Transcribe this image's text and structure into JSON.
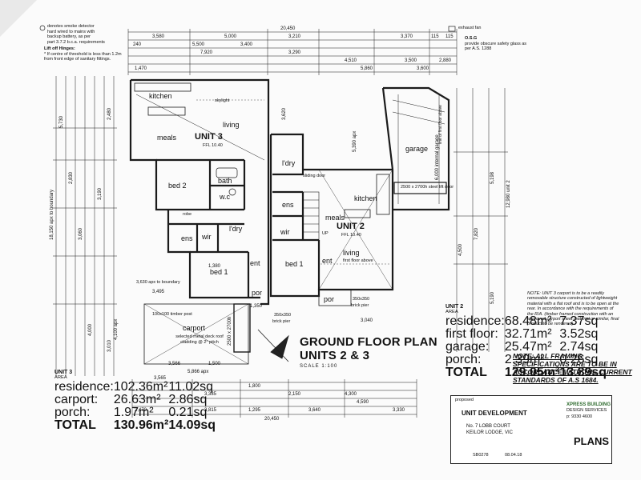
{
  "legend": {
    "smoke_line1": "denotes smoke detector",
    "smoke_line2": "hard wired to mains with",
    "smoke_line3": "backup battery, as per",
    "smoke_line4": "part 3.7.2 b.c.a. requirements",
    "liftoff_title": "Lift off Hinges:",
    "liftoff_text": "* If centre of threshold is less than 1.2m from front edge of sanitary fittings.",
    "exhaust": "exhaust fan",
    "osg_code": "O.S.G",
    "osg_text": "provide obscure safety glass as per A.S. 1288"
  },
  "rooms": {
    "kitchen3": "kitchen",
    "skylight": "skylight",
    "living3": "living",
    "meals3": "meals",
    "bed2": "bed 2",
    "bath": "bath",
    "wc": "w.c",
    "robe": "robe",
    "ens3": "ens",
    "wir3": "wir",
    "ldry3": "l'dry",
    "ent3": "ent",
    "bed1_3": "bed 1",
    "carport": "carport",
    "ldry2": "l'dry",
    "ens2": "ens",
    "wir2": "wir",
    "bed1_2": "bed 1",
    "ent2": "ent",
    "por2": "por",
    "por3": "por",
    "kitchen2": "kitchen",
    "meals2": "meals",
    "living2": "living",
    "garage": "garage",
    "up": "UP"
  },
  "units": {
    "unit3": "UNIT 3",
    "unit2": "UNIT 2",
    "ffl3": "FFL 10.40",
    "ffl2": "FFL 10.40"
  },
  "annotations": {
    "sliding_door": "sliding door",
    "first_floor_above": "first floor above",
    "timber_post": "100x100 timber post",
    "brick_pier": "brick pier",
    "brick_pier_size": "350x350",
    "roof_note": "selected metal deck roof cladding @ 2° pitch",
    "boundary_note": "3,630 apx to boundary",
    "steel_door": "2500 x 2700h steel lift door",
    "carport_door": "2500 x 2700h",
    "stair_note": "line of first floor above"
  },
  "title": {
    "line1": "GROUND FLOOR PLAN",
    "line2": "UNITS 2 & 3",
    "scale": "SCALE 1:100"
  },
  "areas": {
    "unit3": {
      "heading": "UNIT 3",
      "sub": "AREA",
      "rows": [
        [
          "residence:",
          "102.36m²",
          "11.02sq"
        ],
        [
          "carport:",
          "26.63m²",
          "2.86sq"
        ],
        [
          "porch:",
          "1.97m²",
          "0.21sq"
        ],
        [
          "TOTAL",
          "130.96m²",
          "14.09sq"
        ]
      ]
    },
    "unit2": {
      "heading": "UNIT 2",
      "sub": "AREA",
      "rows": [
        [
          "residence:",
          "68.48m²",
          "7.37sq"
        ],
        [
          "first floor:",
          "32.71m²",
          "3.52sq"
        ],
        [
          "garage:",
          "25.47m²",
          "2.74sq"
        ],
        [
          "porch:",
          "2.39m²",
          "0.26sq"
        ],
        [
          "TOTAL",
          "129.05m²",
          "13.89sq"
        ]
      ]
    }
  },
  "notes": {
    "carport_note": "NOTE: UNIT 3 carport is to be a readily removable structure constructed of lightweight material with a flat roof and is to be open at the rear. In accordance with the requirements of the R/A. (timber framed construction with an approved carport sheet material or similar, final product to be rendered)",
    "framing_note": "NOTE: ALL FRAMING SPECIFICATIONS ARE TO BE IN ACCORDANCE WITH THE CURRENT STANDARDS OF A.S 1684."
  },
  "title_block": {
    "label": "proposed",
    "project": "UNIT DEVELOPMENT",
    "address1": "No. 7 LOBB COURT",
    "address2": "KEILOR LODGE, VIC",
    "job": "SB0278",
    "date": "08.04.18",
    "company": "XPRESS BUILDING",
    "company_sub": "DESIGN SERVICES",
    "phone": "p: 9330 4600",
    "plans": "PLANS"
  },
  "dims": {
    "top_total": "20,450",
    "top_a": "3,580",
    "top_b": "5,000",
    "top_c": "3,210",
    "top_d": "3,370",
    "top_e": "115",
    "top_f": "115",
    "top_g": "240",
    "top_h": "5,500",
    "top_i": "3,400",
    "top_j": "3,290",
    "top_k": "4,510",
    "top_l": "3,500",
    "top_m": "2,880",
    "top_n": "7,920",
    "top_o": "1,470",
    "top_p": "5,860",
    "top_q": "3,600",
    "bot_total": "20,450",
    "bot_a": "3,565",
    "bot_b": "5,866 apx",
    "bot_c": "3,335",
    "bot_d": "3,815",
    "bot_e": "1,295",
    "bot_f": "3,640",
    "bot_g": "4,590",
    "bot_h": "3,330",
    "bot_i": "2,470",
    "bot_j": "2,150",
    "bot_k": "4,300",
    "bot_l": "1,800",
    "left_a": "18,150 apx to boundary",
    "left_b": "5,730",
    "left_c": "2,830",
    "left_d": "3,060",
    "left_e": "4,000",
    "left_f": "3,190",
    "left_g": "2,480",
    "left_h": "3,010",
    "right_a": "12,980 unit 2",
    "right_b": "5,198",
    "right_c": "4,500",
    "right_d": "7,820",
    "right_e": "5,190",
    "mid_a": "3,620",
    "mid_b": "5,390 apx",
    "mid_c": "6,000 internal garage",
    "mid_d": "3,495",
    "mid_e": "1,350",
    "mid_f": "3,040",
    "mid_g": "3,566",
    "mid_h": "1,500",
    "mid_i": "4,100 apx",
    "mid_j": "1,380"
  }
}
